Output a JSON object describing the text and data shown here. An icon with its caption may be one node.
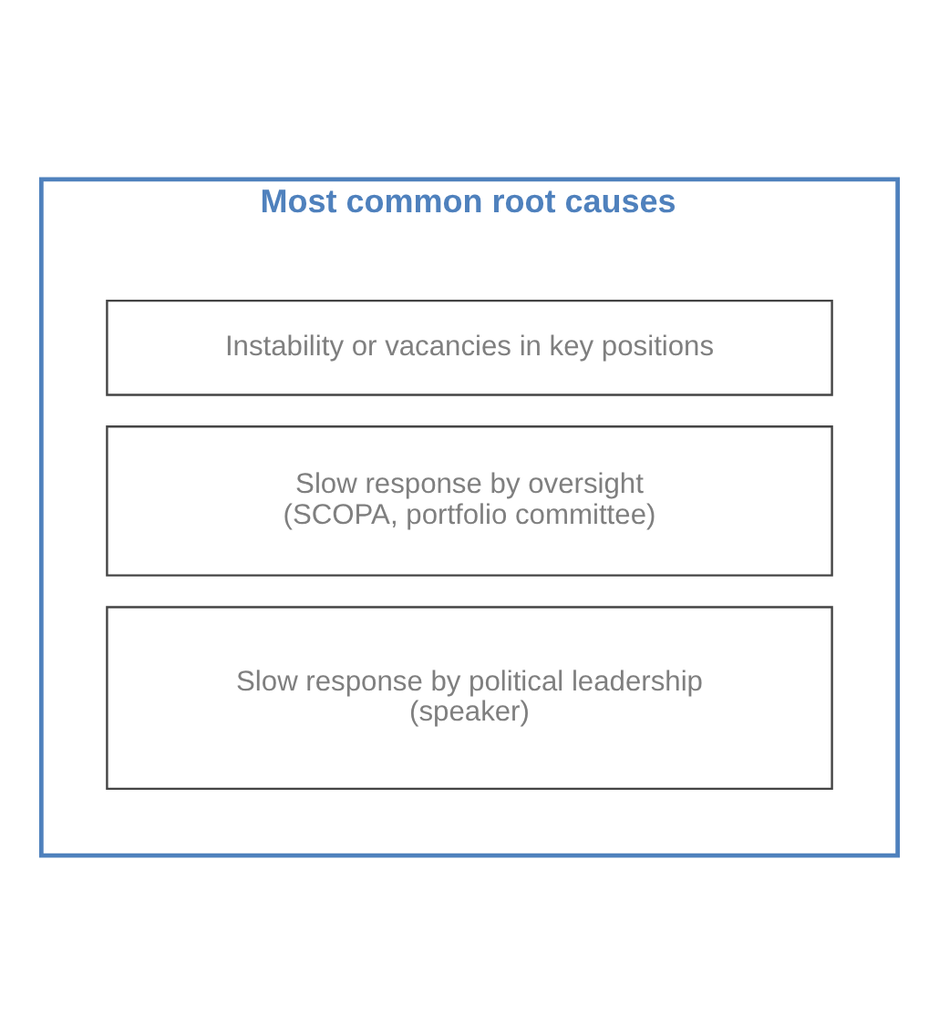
{
  "diagram": {
    "nodes": [
      {
        "text": [
          "Most common root causes"
        ]
      },
      {
        "text": [
          "Instability or vacancies in key positions"
        ],
        "in": 0
      },
      {
        "text": [
          "Slow response by oversight",
          "(SCOPA, portfolio committee)"
        ],
        "in": 0
      },
      {
        "text": [
          "Slow response by political leadership",
          "(speaker)"
        ],
        "in": 0
      }
    ],
    "edges": []
  }
}
